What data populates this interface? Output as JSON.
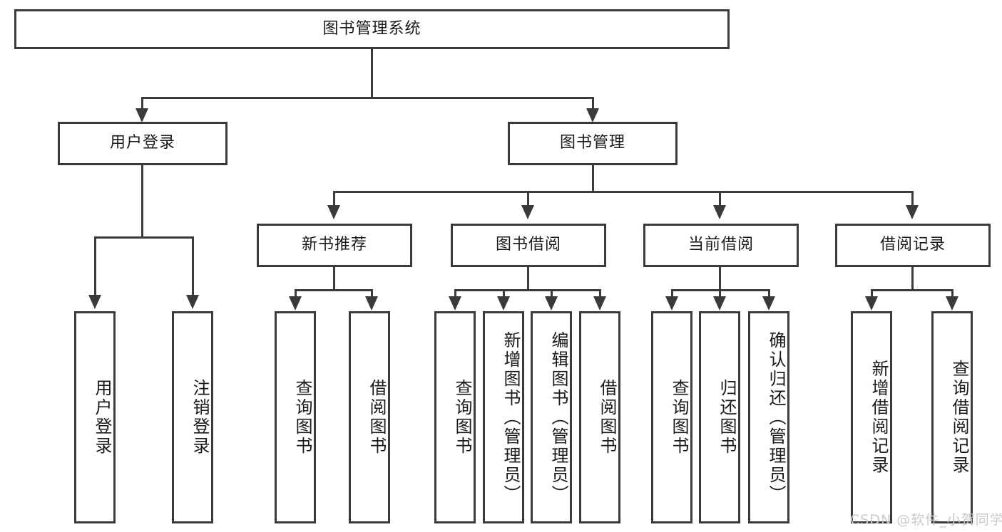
{
  "diagram": {
    "type": "tree-hierarchy-chart",
    "title": "图书管理系统",
    "root": {
      "label": "图书管理系统"
    },
    "level2": [
      {
        "id": "user-login",
        "label": "用户登录"
      },
      {
        "id": "book-management",
        "label": "图书管理"
      }
    ],
    "level3": [
      {
        "id": "new-book-recommend",
        "label": "新书推荐"
      },
      {
        "id": "book-borrow",
        "label": "图书借阅"
      },
      {
        "id": "current-borrow",
        "label": "当前借阅"
      },
      {
        "id": "borrow-record",
        "label": "借阅记录"
      }
    ],
    "leaves": {
      "user_login": [
        {
          "id": "leaf-user-login",
          "label": "用户登录"
        },
        {
          "id": "leaf-logout-login",
          "label": "注销登录"
        }
      ],
      "new_book_recommend": [
        {
          "id": "leaf-query-book-1",
          "label": "查询图书"
        },
        {
          "id": "leaf-borrow-book-1",
          "label": "借阅图书"
        }
      ],
      "book_borrow": [
        {
          "id": "leaf-query-book-2",
          "label": "查询图书"
        },
        {
          "id": "leaf-add-book",
          "label": "新增图书（管理员）"
        },
        {
          "id": "leaf-edit-book",
          "label": "编辑图书（管理员）"
        },
        {
          "id": "leaf-borrow-book-2",
          "label": "借阅图书"
        }
      ],
      "current_borrow": [
        {
          "id": "leaf-query-book-3",
          "label": "查询图书"
        },
        {
          "id": "leaf-return-book",
          "label": "归还图书"
        },
        {
          "id": "leaf-confirm-return",
          "label": "确认归还（管理员）"
        }
      ],
      "borrow_record": [
        {
          "id": "leaf-add-borrow-record",
          "label": "新增借阅记录"
        },
        {
          "id": "leaf-query-borrow-record",
          "label": "查询借阅记录"
        }
      ]
    },
    "watermark": "CSDN @软件_小贺同学",
    "colors": {
      "stroke": "#3a3a3a",
      "text": "#1a1a1a",
      "background": "#ffffff",
      "watermark": "#c9c9c9"
    }
  }
}
